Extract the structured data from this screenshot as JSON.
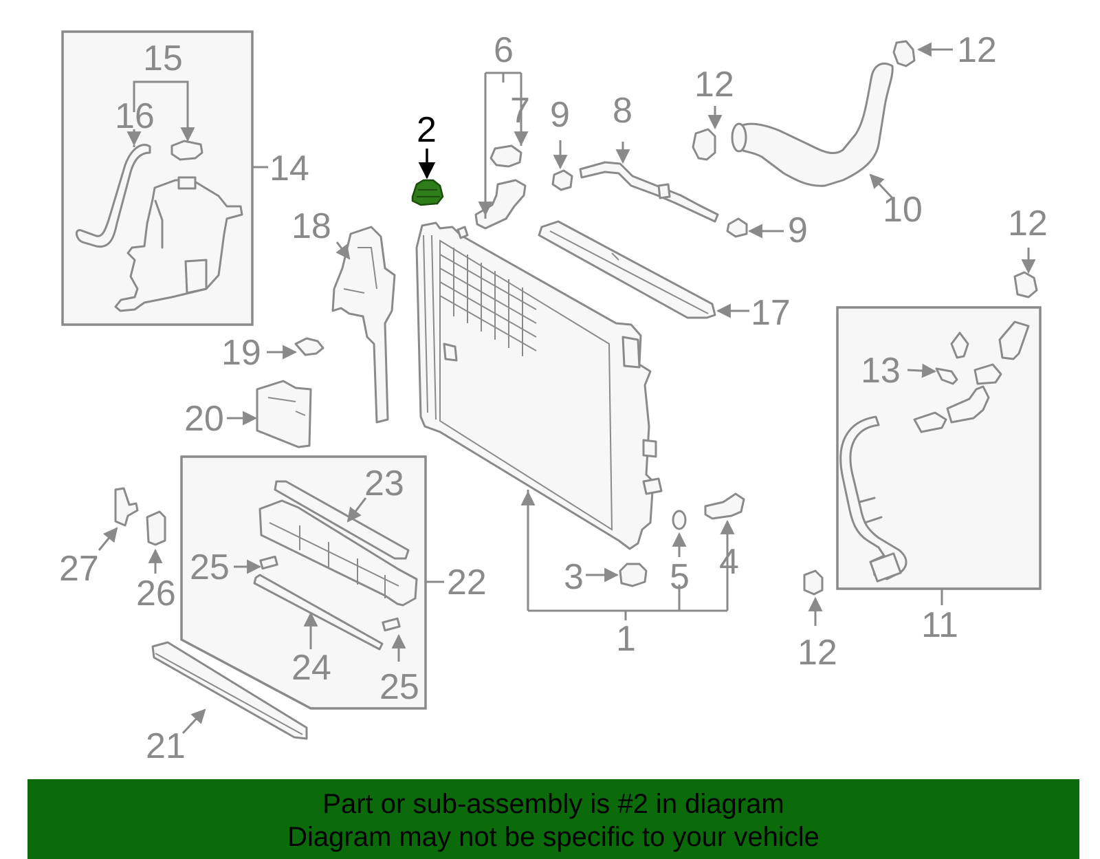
{
  "diagram": {
    "callouts": {
      "c1": "1",
      "c2": "2",
      "c3": "3",
      "c4": "4",
      "c5": "5",
      "c6": "6",
      "c7": "7",
      "c8": "8",
      "c9a": "9",
      "c9b": "9",
      "c10": "10",
      "c11": "11",
      "c12a": "12",
      "c12b": "12",
      "c12c": "12",
      "c12d": "12",
      "c13": "13",
      "c14": "14",
      "c15": "15",
      "c16": "16",
      "c17": "17",
      "c18": "18",
      "c19": "19",
      "c20": "20",
      "c21": "21",
      "c22": "22",
      "c23": "23",
      "c24": "24",
      "c25a": "25",
      "c25b": "25",
      "c26": "26",
      "c27": "27"
    },
    "highlighted_part": "2",
    "colors": {
      "line_art": "#8a8a8a",
      "box_fill": "#f7f7f7",
      "highlight_part": "#2e7d1a",
      "banner": "#0b6b0b"
    }
  },
  "banner": {
    "line1": "Part or sub-assembly is #2 in diagram",
    "line2": "Diagram may not be specific to your vehicle"
  }
}
